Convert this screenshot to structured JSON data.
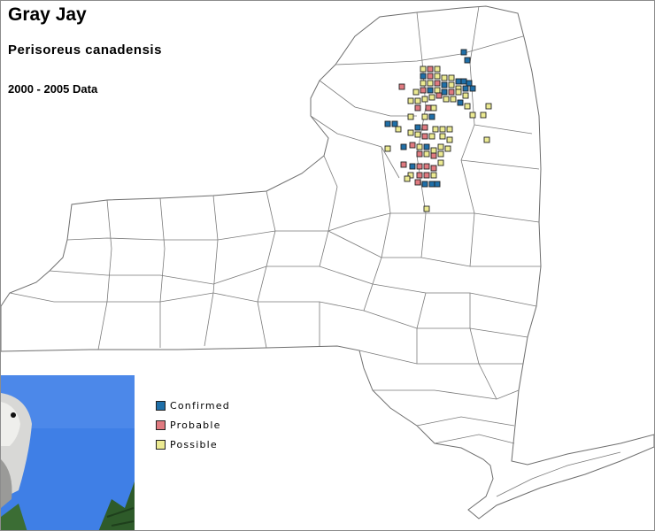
{
  "header": {
    "title": "Gray Jay",
    "subtitle": "Perisoreus canadensis",
    "period": "2000 - 2005 Data"
  },
  "legend": {
    "items": [
      {
        "label": "Confirmed",
        "color": "#1f6fa8"
      },
      {
        "label": "Probable",
        "color": "#e07a80"
      },
      {
        "label": "Possible",
        "color": "#ecea92"
      }
    ]
  },
  "map": {
    "region": "New York State",
    "outline_color": "#6e6e6e",
    "record_outline_color": "#222222"
  },
  "photo": {
    "subject": "gray jay",
    "sky_color": "#3f7fe6"
  }
}
